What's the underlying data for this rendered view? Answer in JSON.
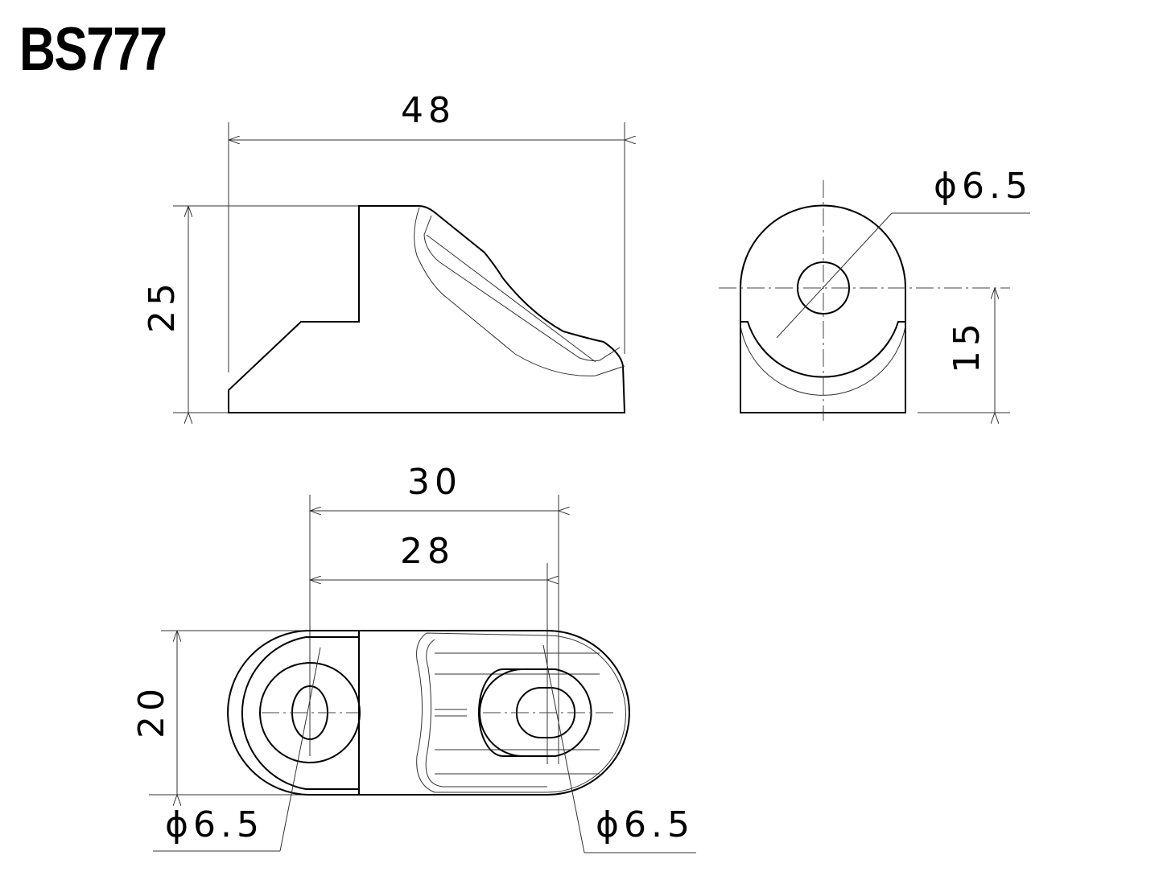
{
  "title": "BS777",
  "side_view": {
    "width_dim": "48",
    "height_dim": "25"
  },
  "end_view": {
    "hole_dim": "ϕ6.5",
    "height_dim": "15"
  },
  "top_view": {
    "outer_spacing_dim": "30",
    "inner_spacing_dim": "28",
    "height_dim": "20",
    "left_hole_dim": "ϕ6.5",
    "right_hole_dim": "ϕ6.5"
  }
}
